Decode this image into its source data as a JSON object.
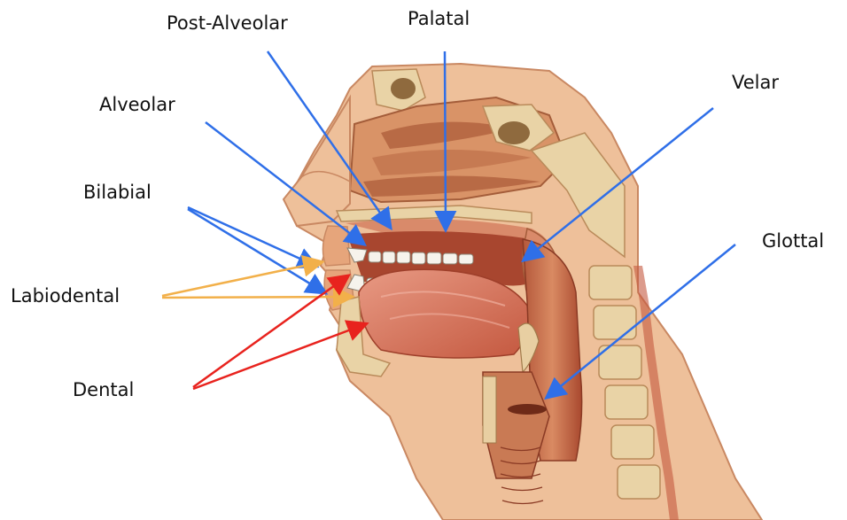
{
  "labels": {
    "post_alveolar": "Post-Alveolar",
    "palatal": "Palatal",
    "alveolar": "Alveolar",
    "velar": "Velar",
    "bilabial": "Bilabial",
    "glottal": "Glottal",
    "labiodental": "Labiodental",
    "dental": "Dental"
  },
  "colors": {
    "blue_arrow": "#2f6fe8",
    "orange_arrow": "#f2b04a",
    "red_arrow": "#e8231e",
    "skin": "#e9b68f",
    "flesh": "#c8794f",
    "bone": "#e8cfa2",
    "muscle": "#c4583f"
  },
  "illustration": {
    "subject": "sagittal section of human head showing vocal tract"
  }
}
